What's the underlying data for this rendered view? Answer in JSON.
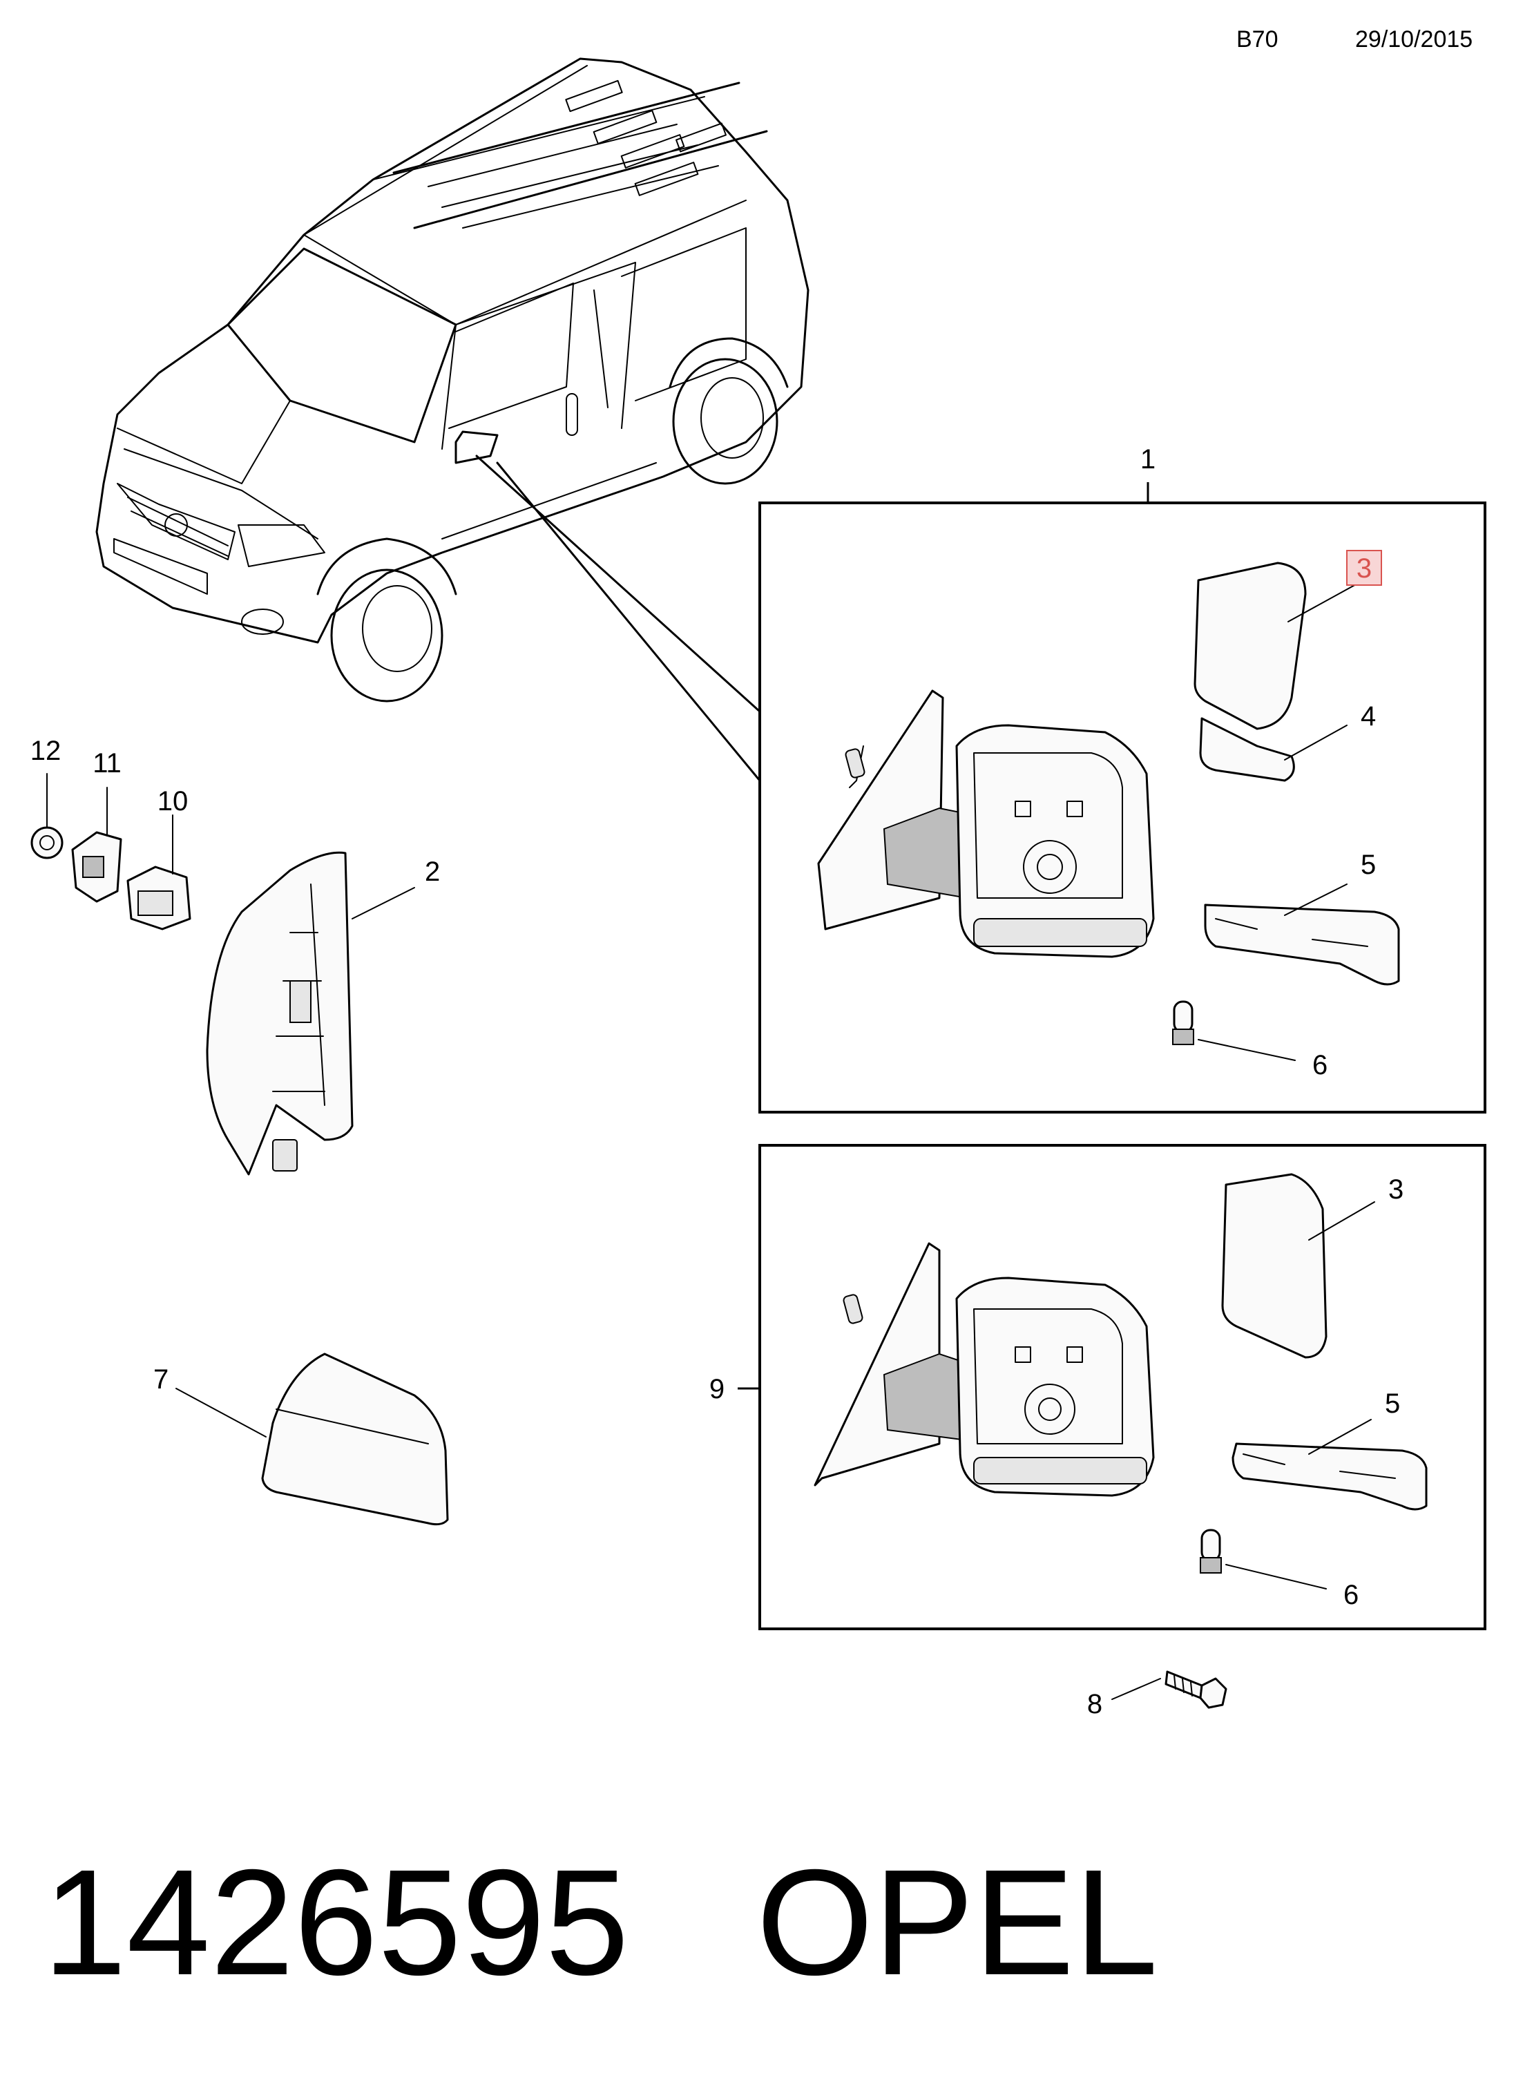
{
  "header": {
    "code": "B70",
    "date": "29/10/2015"
  },
  "callouts": {
    "c1": "1",
    "c2": "2",
    "c3_top": "3",
    "c3_bottom": "3",
    "c4": "4",
    "c5_top": "5",
    "c5_bottom": "5",
    "c6_top": "6",
    "c6_bottom": "6",
    "c7": "7",
    "c8": "8",
    "c9": "9",
    "c10": "10",
    "c11": "11",
    "c12": "12"
  },
  "footer": {
    "part_number": "1426595",
    "brand": "OPEL"
  },
  "colors": {
    "highlight_fill": "#f8d6d6",
    "highlight_stroke": "#d9534f",
    "line": "#000000"
  },
  "icons": [
    "vehicle-van-icon",
    "mirror-assembly-icon",
    "mirror-glass-icon",
    "indicator-lens-icon",
    "bulb-icon",
    "mirror-cover-icon",
    "screw-icon",
    "switch-icon",
    "clip-icon",
    "grommet-icon"
  ]
}
